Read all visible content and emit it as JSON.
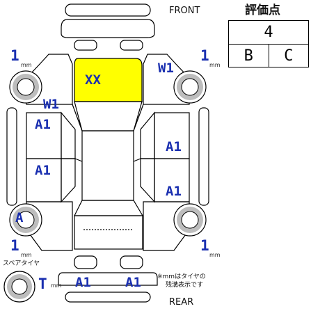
{
  "labels": {
    "front": "FRONT",
    "rear": "REAR",
    "spare_tire": "スペアタイヤ",
    "note_line1": "※mmはタイヤの",
    "note_line2": "残溝表示です",
    "unit": "mm"
  },
  "grade": {
    "title": "評価点",
    "overall": "4",
    "exterior": "B",
    "interior": "C"
  },
  "tire_depths": {
    "front_left": "1",
    "front_right": "1",
    "rear_left": "1",
    "rear_right": "1",
    "spare": "T"
  },
  "damage_marks": {
    "roof": "XX",
    "windshield_left": "W1",
    "windshield_right": "W1",
    "front_left_door": "A1",
    "rear_left_door": "A1",
    "front_right_door": "A1",
    "rear_right_door": "A1",
    "rear_left_wheel": "A",
    "rear_bumper_left": "A1",
    "rear_bumper_right": "A1"
  },
  "colors": {
    "damage_highlight": "#ffff00",
    "mark_text": "#1a2fb0",
    "outline": "#000000"
  }
}
